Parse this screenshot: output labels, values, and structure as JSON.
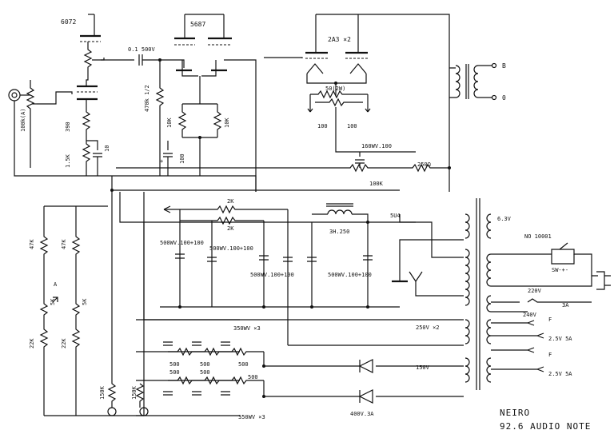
{
  "labels": {
    "v6072": "6072",
    "v5687": "5687",
    "v2a3": "2A3 ×2",
    "c01": "0.1 500V",
    "r100ka": "100k(A)",
    "r390": "390",
    "r15k": "1.5K",
    "c10": "10",
    "r470k": "470k 1/2",
    "r10k_a": "10K",
    "r10k_b": "10K",
    "c100": "100",
    "r50": "50(2W)",
    "r100_a": "100",
    "r100_b": "100",
    "c160": "160WV.100",
    "r100k": "100K",
    "r250": "250Ω",
    "out_b": "B",
    "out_0": "0",
    "r2k_a": "2K",
    "r2k_b": "2K",
    "c500_a": "500WV.100+100",
    "c500_b": "500WV.100+100",
    "c500_c": "500WV.100+100",
    "c500_d": "500WV.100+100",
    "choke": "3H.250",
    "v5u4": "5U4",
    "v63": "6.3V",
    "no": "NO 10001",
    "v220": "220V",
    "fuse": "3A",
    "v240": "240V",
    "v250": "250V ×2",
    "v25a": "2.5V 5A",
    "v25b": "2.5V 5A",
    "f1": "F",
    "f2": "F",
    "v150": "150V",
    "d400": "400V.3A",
    "c350a": "350WV ×3",
    "c350b": "350WV ×3",
    "r500_a": "500",
    "r500_b": "500",
    "r500_c": "500",
    "r500_d": "500",
    "r500_e": "500",
    "r500_f": "500",
    "r47k_a": "47K",
    "r47k_b": "47K",
    "r5k_a": "5K",
    "r5k_b": "5K",
    "r22k_a": "22K",
    "r22k_b": "22K",
    "arrow_a": "A",
    "r150k_a": "150K",
    "r150k_b": "150K",
    "sw": "SW-+-"
  },
  "caption": {
    "line1": "NEIRO",
    "line2": "92.6 AUDIO NOTE"
  }
}
